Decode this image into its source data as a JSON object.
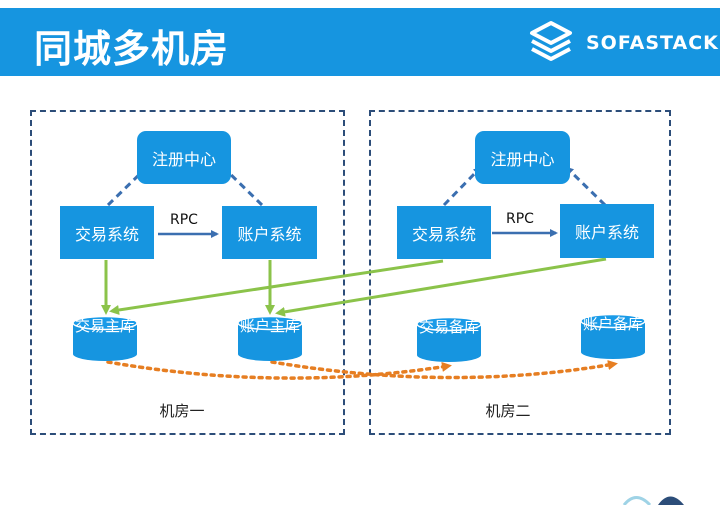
{
  "header": {
    "title": "同城多机房",
    "brand": "SOFASTACK"
  },
  "rooms": [
    {
      "label": "机房一",
      "registry": "注册中心",
      "trade_system": "交易系统",
      "account_system": "账户系统",
      "rpc": "RPC",
      "trade_db": "交易主库",
      "account_db": "账户主库"
    },
    {
      "label": "机房二",
      "registry": "注册中心",
      "trade_system": "交易系统",
      "account_system": "账户系统",
      "rpc": "RPC",
      "trade_db": "交易备库",
      "account_db": "账户备库"
    }
  ],
  "colors": {
    "header_bg": "#1695e0",
    "box": "#1695e0",
    "room_border": "#2c4d79",
    "write_arrow": "#8bc34a",
    "replication_arrow": "#e67e22",
    "register_arrow": "#3b6fb0"
  }
}
